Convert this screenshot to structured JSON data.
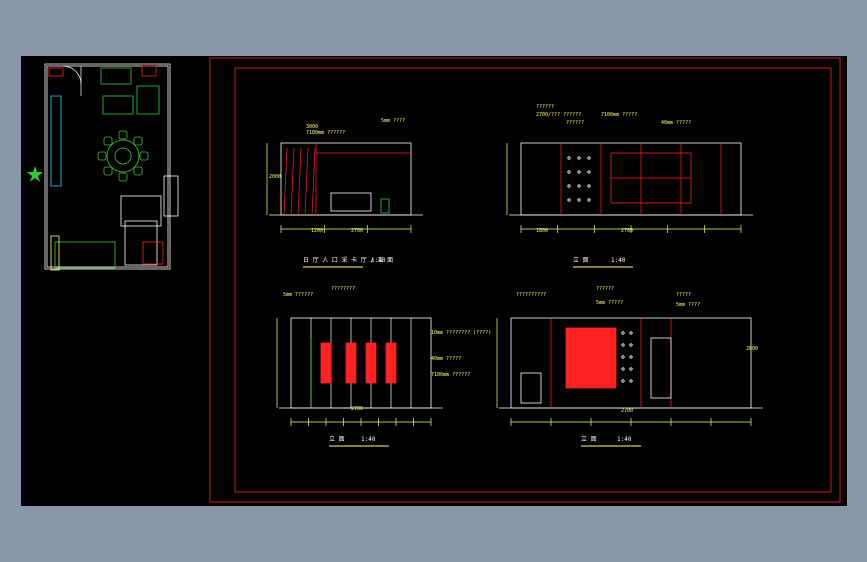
{
  "colors": {
    "background": "#8a97a8",
    "viewport": "#000000",
    "frame": "#cc3333",
    "dim": "#ffff66",
    "furniture": "#33cc33",
    "wall": "#ffffff",
    "accent": "#ff2222",
    "cyan": "#33ccff",
    "magenta": "#cc66ff"
  },
  "drawings": {
    "top_left": {
      "title": "日 厅 人 口 采 卡 厅 / 立 面",
      "scale": "1:40",
      "dims": [
        "3000",
        "7100mm ??????",
        "5mm ????",
        "2000",
        "1200",
        "2700"
      ]
    },
    "top_right": {
      "title": "立 面",
      "scale": "1:40",
      "dims": [
        "??????",
        "2700/??? ??????",
        "??????",
        "7100mm ?????",
        "40mm ?????",
        "1800",
        "2700"
      ]
    },
    "bottom_left": {
      "title": "立 面",
      "scale": "1:40",
      "dims": [
        "5mm ??????",
        "????????",
        "10mm ???????? (????)",
        "40mm ?????",
        "7100mm ??????",
        "2700"
      ]
    },
    "bottom_right": {
      "title": "立 面",
      "scale": "1:40",
      "dims": [
        "??????????",
        "??????",
        "5mm ?????",
        "?????",
        "5mm ????",
        "2000",
        "2700"
      ]
    }
  }
}
